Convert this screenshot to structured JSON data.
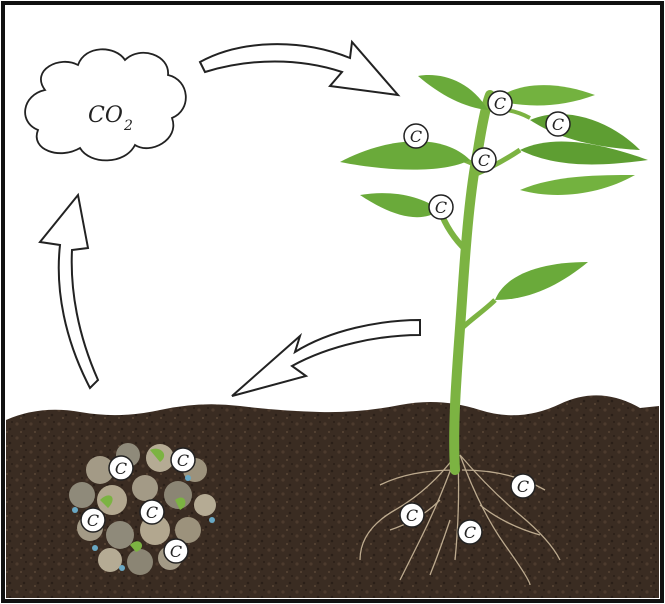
{
  "diagram": {
    "cloud": {
      "label": "CO",
      "subscript": "2"
    },
    "carbon_label": "C",
    "colors": {
      "frame": "#111111",
      "soil": "#3a2c22",
      "leaf": "#6aaa3a",
      "stem": "#7cb342",
      "root": "#cbb89a",
      "aggregate": "#a39a86"
    },
    "icons": [
      "cloud-icon",
      "arrow-icon",
      "plant-icon",
      "roots-icon",
      "soil-aggregate-icon",
      "carbon-atom-icon"
    ]
  }
}
